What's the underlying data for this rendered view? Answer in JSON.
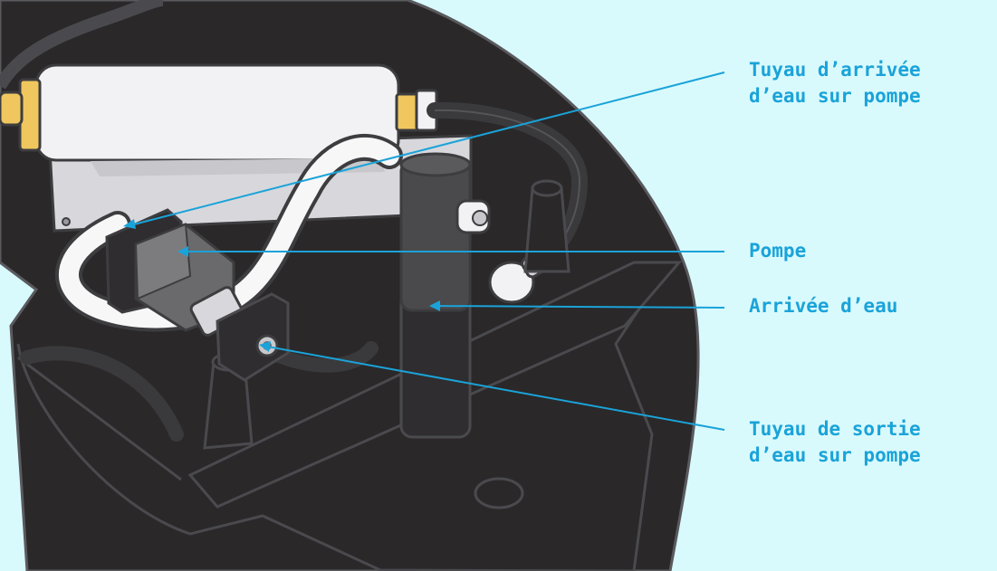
{
  "colors": {
    "background": "#d9fafd",
    "callout": "#1aa3d9",
    "housing": "#2a2829",
    "outline": "#3d3d40",
    "brass": "#f0c75e"
  },
  "callouts": [
    {
      "id": "inlet-hose",
      "lines": [
        "Tuyau d’arrivée",
        "d’eau sur pompe"
      ]
    },
    {
      "id": "pump",
      "lines": [
        "Pompe"
      ]
    },
    {
      "id": "water-inlet",
      "lines": [
        "Arrivée d’eau"
      ]
    },
    {
      "id": "outlet-hose",
      "lines": [
        "Tuyau de sortie",
        "d’eau sur pompe"
      ]
    }
  ]
}
